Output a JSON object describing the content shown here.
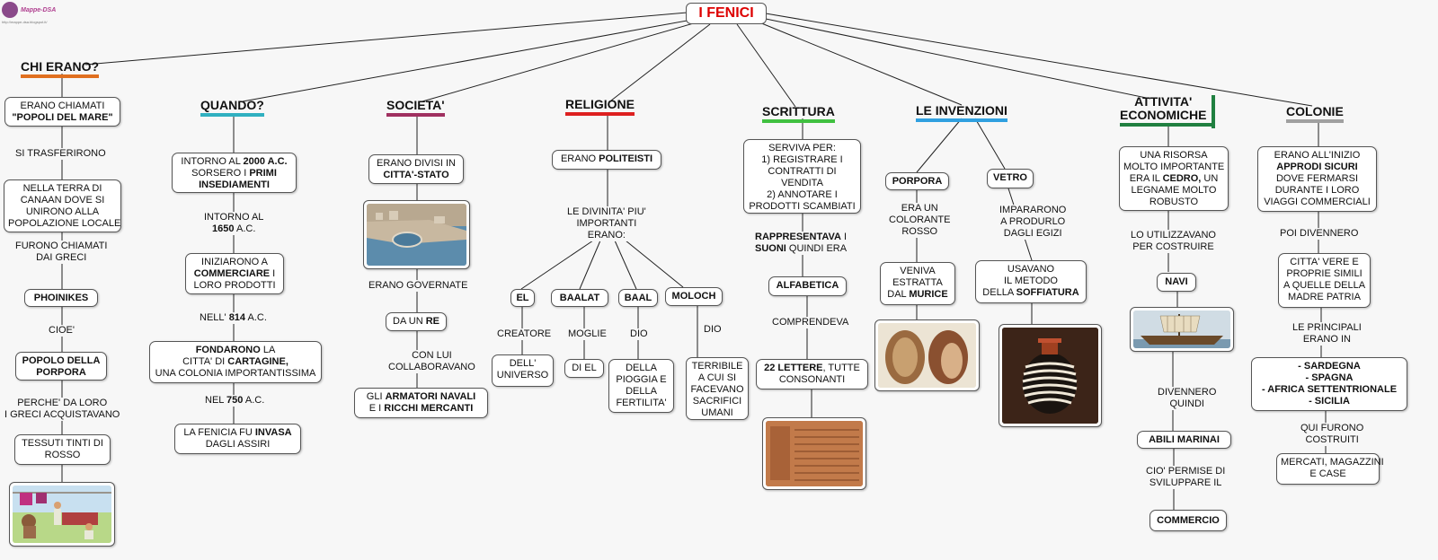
{
  "logo": {
    "name": "Mappe-DSA",
    "url": "http://mappe-dsa.blogspot.it/"
  },
  "title": "I FENICI",
  "colors": {
    "title": "#dd0000",
    "chi": "#e07020",
    "quando": "#30b0c0",
    "societa": "#a03060",
    "religione": "#dd2020",
    "scrittura": "#40c040",
    "invenzioni": "#30a0e0",
    "attivita": "#208040",
    "colonie": "#a0a0a0"
  },
  "chi": {
    "head": "CHI ERANO?",
    "n1a": "ERANO CHIAMATI",
    "n1b": "\"POPOLI DEL MARE\"",
    "l1": "SI TRASFERIRONO",
    "n2": [
      "NELLA TERRA DI",
      "CANAAN DOVE SI",
      "UNIRONO ALLA",
      "POPOLAZIONE LOCALE"
    ],
    "l2": [
      "FURONO CHIAMATI",
      "DAI GRECI"
    ],
    "n3": "PHOINIKES",
    "l3": "CIOE'",
    "n4": [
      "POPOLO DELLA",
      "PORPORA"
    ],
    "l4": [
      "PERCHE' DA LORO",
      "I GRECI ACQUISTAVANO"
    ],
    "n5": [
      "TESSUTI TINTI DI",
      "ROSSO"
    ],
    "pic": "dyeing-scene-icon"
  },
  "quando": {
    "head": "QUANDO?",
    "n1": {
      "a": "INTORNO AL ",
      "b": "2000 A.C.",
      "c": "SORSERO I ",
      "d": "PRIMI",
      "e": "INSEDIAMENTI"
    },
    "l1": {
      "a": "INTORNO AL",
      "b": "1650",
      "c": " A.C."
    },
    "n2": {
      "a": "INIZIARONO A",
      "b": "COMMERCIARE",
      "c": " I",
      "d": "LORO PRODOTTI"
    },
    "l2": {
      "a": "NELL' ",
      "b": "814",
      "c": " A.C."
    },
    "n3": {
      "a": "FONDARONO",
      "b": " LA",
      "c": "CITTA' DI ",
      "d": "CARTAGINE,",
      "e": "UNA COLONIA IMPORTANTISSIMA"
    },
    "l3": {
      "a": "NEL ",
      "b": "750",
      "c": " A.C."
    },
    "n4": {
      "a": "LA FENICIA FU ",
      "b": "INVASA",
      "c": "DAGLI ASSIRI"
    }
  },
  "societa": {
    "head": "SOCIETA'",
    "n1": {
      "a": "ERANO DIVISI IN",
      "b": "CITTA'-STATO"
    },
    "pic": "city-harbor-icon",
    "l1": "ERANO GOVERNATE",
    "n2": {
      "a": "DA UN ",
      "b": "RE"
    },
    "l2": [
      "CON LUI",
      "COLLABORAVANO"
    ],
    "n3": {
      "a": "GLI ",
      "b": "ARMATORI NAVALI",
      "c": "E I ",
      "d": "RICCHI MERCANTI"
    }
  },
  "religione": {
    "head": "RELIGIONE",
    "n1": {
      "a": "ERANO ",
      "b": "POLITEISTI"
    },
    "l1": [
      "LE DIVINITA' PIU'",
      "IMPORTANTI",
      "ERANO:"
    ],
    "gods": [
      "EL",
      "BAALAT",
      "BAAL",
      "MOLOCH"
    ],
    "el_l": "CREATORE",
    "el_n": [
      "DELL'",
      "UNIVERSO"
    ],
    "baalat_l": "MOGLIE",
    "baalat_n": "DI EL",
    "baal_l": "DIO",
    "baal_n": [
      "DELLA",
      "PIOGGIA E",
      "DELLA",
      "FERTILITA'"
    ],
    "moloch_l": "DIO",
    "moloch_n": [
      "TERRIBILE",
      "A CUI SI",
      "FACEVANO",
      "SACRIFICI",
      "UMANI"
    ]
  },
  "scrittura": {
    "head": "SCRITTURA",
    "n1": [
      "SERVIVA PER:",
      "1) REGISTRARE I",
      "CONTRATTI DI",
      "VENDITA",
      "2) ANNOTARE I",
      "PRODOTTI SCAMBIATI"
    ],
    "l1": {
      "a": "RAPPRESENTAVA",
      "b": " I",
      "c": "SUONI",
      "d": " QUINDI ERA"
    },
    "n2": "ALFABETICA",
    "l2": "COMPRENDEVA",
    "n3": {
      "a": "22 LETTERE",
      "b": ", TUTTE",
      "c": "CONSONANTI"
    },
    "pic": "inscription-tablet-icon"
  },
  "invenzioni": {
    "head": "LE INVENZIONI",
    "porpora": "PORPORA",
    "porpora_l": [
      "ERA UN",
      "COLORANTE",
      "ROSSO"
    ],
    "porpora_n": {
      "a": "VENIVA",
      "b": "ESTRATTA",
      "c": "DAL ",
      "d": "MURICE"
    },
    "porpora_pic": "murex-shell-icon",
    "vetro": "VETRO",
    "vetro_l": [
      "IMPARARONO",
      "A PRODURLO",
      "DAGLI EGIZI"
    ],
    "vetro_n": {
      "a": "USAVANO",
      "b": "IL METODO",
      "c": "DELLA ",
      "d": "SOFFIATURA"
    },
    "vetro_pic": "glass-vase-icon"
  },
  "attivita": {
    "head1": "ATTIVITA'",
    "head2": "ECONOMICHE",
    "n1": {
      "a": "UNA RISORSA",
      "b": "MOLTO IMPORTANTE",
      "c": "ERA IL ",
      "d": "CEDRO,",
      "e": " UN",
      "f": "LEGNAME MOLTO",
      "g": "ROBUSTO"
    },
    "l1": [
      "LO UTILIZZAVANO",
      "PER COSTRUIRE"
    ],
    "n2": "NAVI",
    "pic": "ship-icon",
    "l2": [
      "DIVENNERO",
      "QUINDI"
    ],
    "n3": "ABILI MARINAI",
    "l3": [
      "CIO' PERMISE DI",
      "SVILUPPARE IL"
    ],
    "n4": "COMMERCIO"
  },
  "colonie": {
    "head": "COLONIE",
    "n1": {
      "a": "ERANO ALL'INIZIO",
      "b": "APPRODI SICURI",
      "c": "DOVE FERMARSI",
      "d": "DURANTE I LORO",
      "e": "VIAGGI COMMERCIALI"
    },
    "l1": "POI DIVENNERO",
    "n2": [
      "CITTA' VERE E",
      "PROPRIE SIMILI",
      "A QUELLE DELLA",
      "MADRE PATRIA"
    ],
    "l2": [
      "LE PRINCIPALI",
      "ERANO IN"
    ],
    "n3": [
      "- SARDEGNA",
      "- SPAGNA",
      "- AFRICA SETTENTRIONALE",
      "- SICILIA"
    ],
    "l3": [
      "QUI FURONO",
      "COSTRUITI"
    ],
    "n4": [
      "MERCATI, MAGAZZINI",
      "E CASE"
    ]
  }
}
